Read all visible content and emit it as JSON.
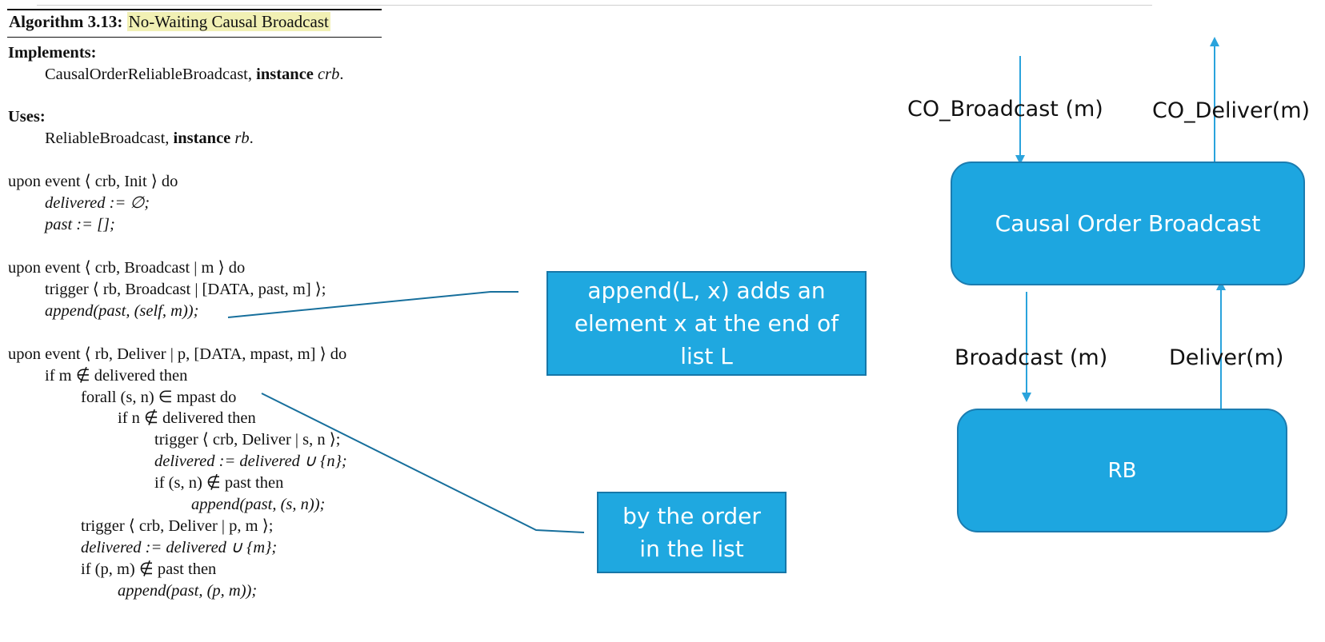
{
  "algorithm": {
    "title_prefix": "Algorithm 3.13:",
    "title_name": "No-Waiting Causal Broadcast",
    "implements_label": "Implements:",
    "implements_text": "CausalOrderReliableBroadcast,",
    "implements_kw": "instance",
    "implements_inst": "crb",
    "uses_label": "Uses:",
    "uses_text": "ReliableBroadcast,",
    "uses_kw": "instance",
    "uses_inst": "rb"
  },
  "code": {
    "init_header": "upon event ⟨ crb, Init ⟩ do",
    "init_1": "delivered := ∅;",
    "init_2": "past := [];",
    "bcast_header": "upon event ⟨ crb, Broadcast | m ⟩ do",
    "bcast_1": "trigger ⟨ rb, Broadcast | [DATA, past, m] ⟩;",
    "bcast_2": "append(past, (self, m));",
    "deliver_header": "upon event ⟨ rb, Deliver | p, [DATA, mpast, m] ⟩ do",
    "d1": "if m ∉ delivered then",
    "d2": "forall (s, n) ∈ mpast do",
    "d3": "if n ∉ delivered then",
    "d4": "trigger ⟨ crb, Deliver | s, n ⟩;",
    "d5": "delivered := delivered ∪ {n};",
    "d6": "if (s, n) ∉ past then",
    "d7": "append(past, (s, n));",
    "d8": "trigger ⟨ crb, Deliver | p, m ⟩;",
    "d9": "delivered := delivered ∪ {m};",
    "d10": "if (p, m) ∉ past then",
    "d11": "append(past, (p, m));"
  },
  "callouts": {
    "append_note": "append(L, x) adds an element x at the end of list L",
    "order_note": "by the order in the list"
  },
  "diagram": {
    "co_broadcast": "CO_Broadcast (m)",
    "co_deliver": "CO_Deliver(m)",
    "top_block": "Causal Order Broadcast",
    "broadcast": "Broadcast (m)",
    "deliver": "Deliver(m)",
    "bottom_block": "RB",
    "colors": {
      "block_fill": "#1da6e0",
      "block_border": "#1b7cb0",
      "arrow": "#2aa3dc",
      "connector": "#176f9c"
    }
  }
}
